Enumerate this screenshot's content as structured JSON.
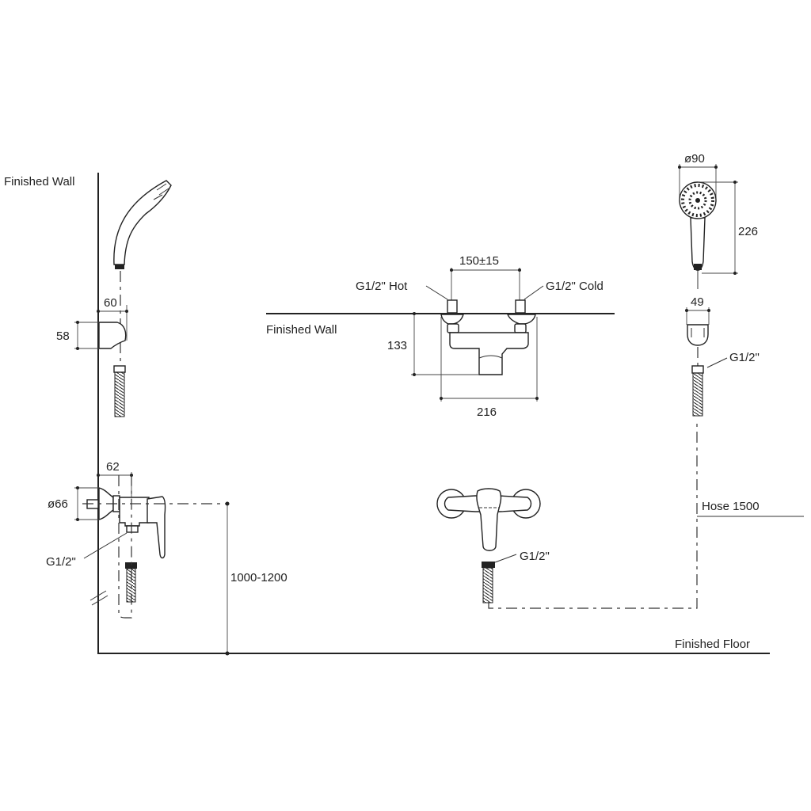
{
  "labels": {
    "finished_wall_left": "Finished Wall",
    "finished_wall_top": "Finished Wall",
    "finished_floor": "Finished Floor",
    "hose_length": "Hose 1500",
    "height_range": "1000-1200"
  },
  "dimensions": {
    "holder_depth": "60",
    "holder_height": "58",
    "valve_depth": "62",
    "escutcheon_dia": "ø66",
    "inlet_spacing": "150±15",
    "valve_projection": "133",
    "valve_width": "216",
    "head_dia": "ø90",
    "handshower_length": "226",
    "holder_width": "49"
  },
  "connections": {
    "side_outlet": "G1/2\"",
    "hot_inlet": "G1/2\" Hot",
    "cold_inlet": "G1/2\" Cold",
    "front_outlet": "G1/2\"",
    "handshower_inlet": "G1/2\""
  }
}
